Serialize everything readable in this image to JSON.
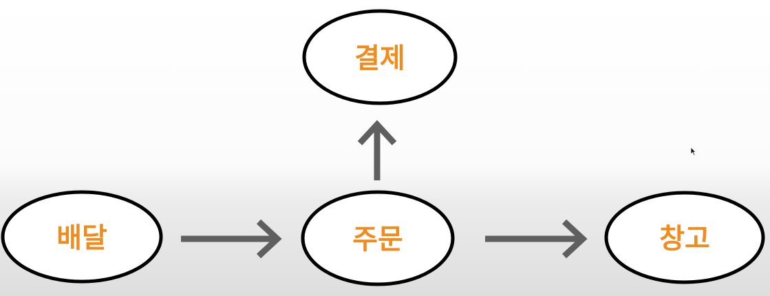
{
  "diagram": {
    "nodes": {
      "payment": "결제",
      "delivery": "배달",
      "order": "주문",
      "warehouse": "창고"
    },
    "edges": [
      {
        "from": "delivery",
        "to": "order"
      },
      {
        "from": "order",
        "to": "payment"
      },
      {
        "from": "order",
        "to": "warehouse"
      }
    ]
  },
  "colors": {
    "label": "#f08c1e",
    "outline": "#000000",
    "arrow": "#5f5f5f",
    "node_fill": "#ffffff"
  }
}
